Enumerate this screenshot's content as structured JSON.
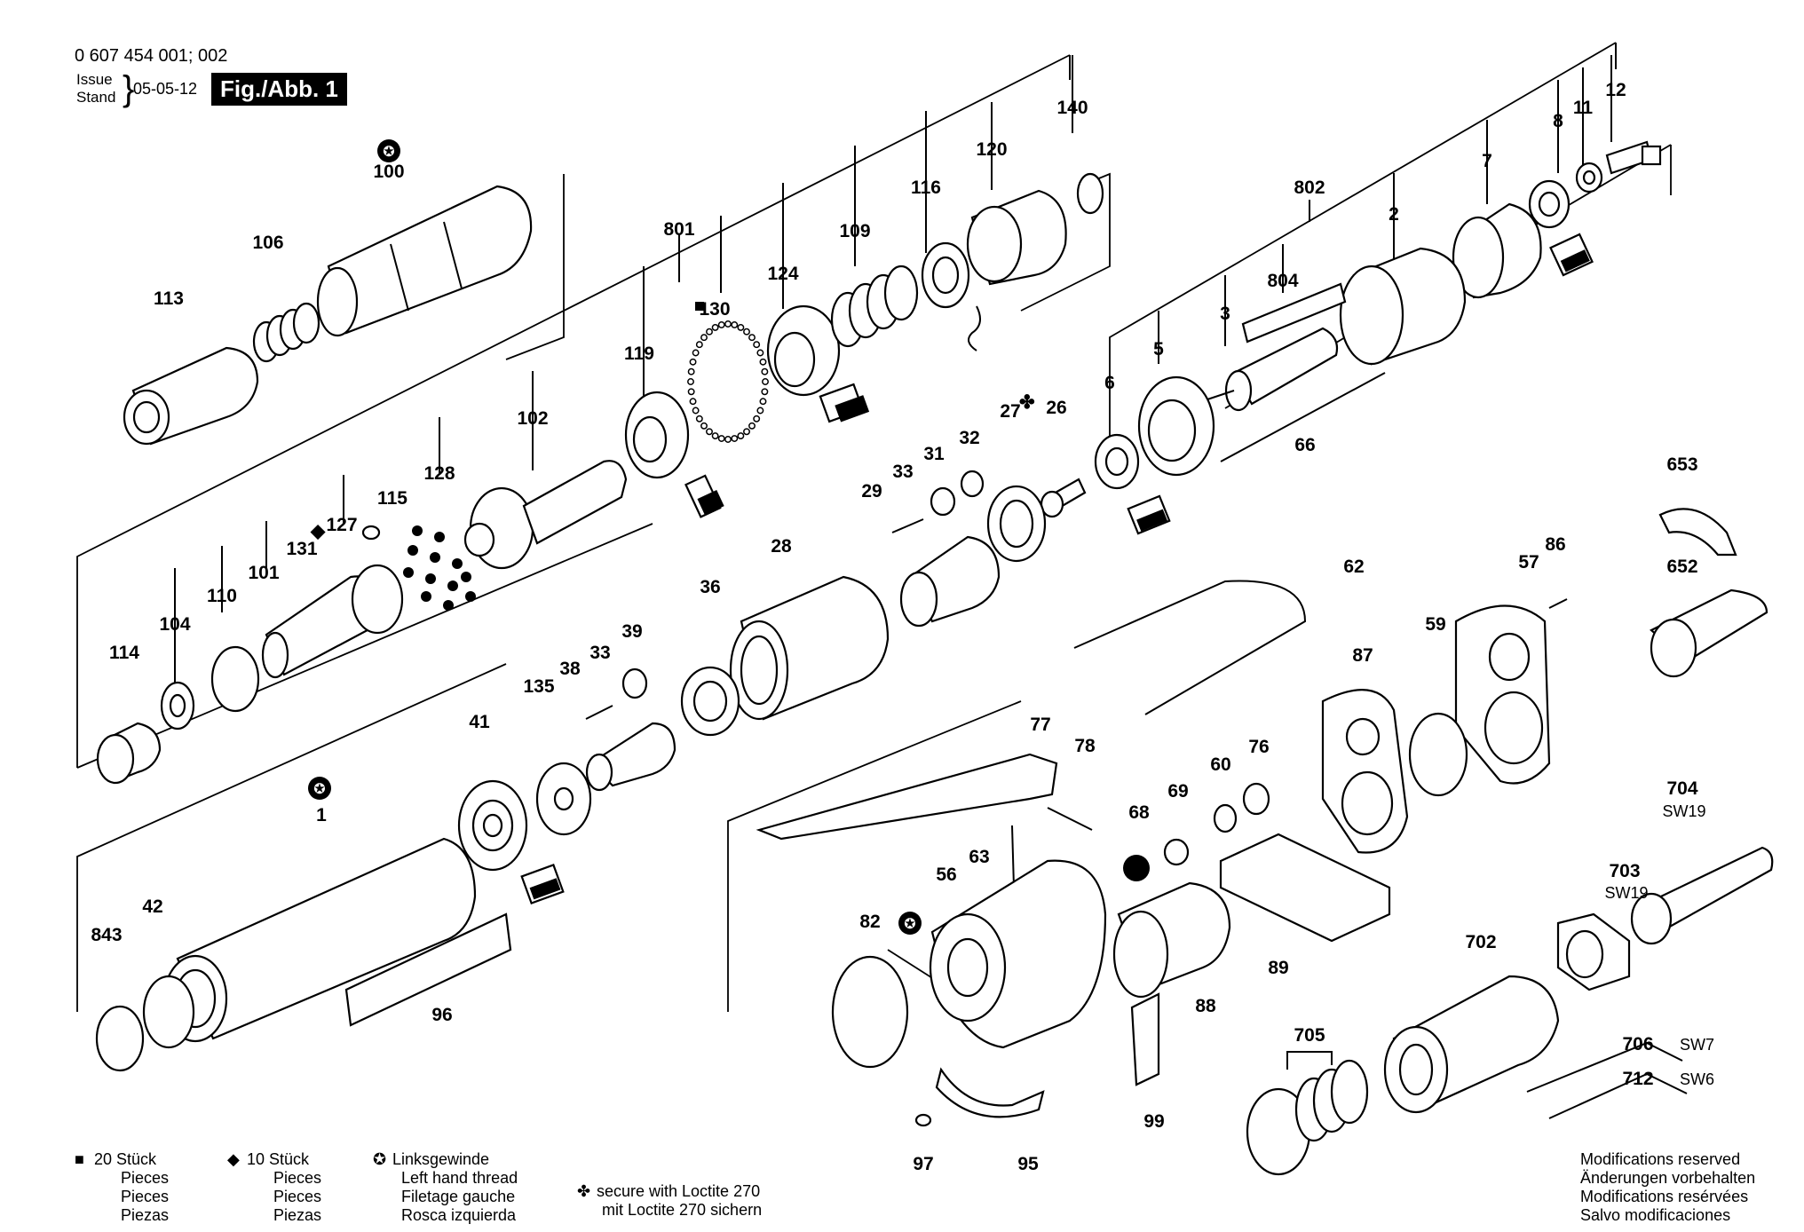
{
  "header": {
    "doc_number": "0 607 454 001; 002",
    "issue_label": "Issue",
    "stand_label": "Stand",
    "issue_date": "05-05-12",
    "figure_label": "Fig./Abb. 1"
  },
  "part_labels": [
    {
      "id": "p100",
      "text": "100"
    },
    {
      "id": "p106",
      "text": "106"
    },
    {
      "id": "p113",
      "text": "113"
    },
    {
      "id": "p801",
      "text": "801"
    },
    {
      "id": "p130",
      "text": "130"
    },
    {
      "id": "p124",
      "text": "124"
    },
    {
      "id": "p109",
      "text": "109"
    },
    {
      "id": "p116",
      "text": "116"
    },
    {
      "id": "p120",
      "text": "120"
    },
    {
      "id": "p140",
      "text": "140"
    },
    {
      "id": "p119",
      "text": "119"
    },
    {
      "id": "p102",
      "text": "102"
    },
    {
      "id": "p128",
      "text": "128"
    },
    {
      "id": "p115",
      "text": "115"
    },
    {
      "id": "p127",
      "text": "127"
    },
    {
      "id": "p131",
      "text": "131"
    },
    {
      "id": "p101",
      "text": "101"
    },
    {
      "id": "p110",
      "text": "110"
    },
    {
      "id": "p104",
      "text": "104"
    },
    {
      "id": "p114",
      "text": "114"
    },
    {
      "id": "p802",
      "text": "802"
    },
    {
      "id": "p12",
      "text": "12"
    },
    {
      "id": "p11",
      "text": "11"
    },
    {
      "id": "p8",
      "text": "8"
    },
    {
      "id": "p7",
      "text": "7"
    },
    {
      "id": "p2",
      "text": "2"
    },
    {
      "id": "p804",
      "text": "804"
    },
    {
      "id": "p3",
      "text": "3"
    },
    {
      "id": "p5",
      "text": "5"
    },
    {
      "id": "p6",
      "text": "6"
    },
    {
      "id": "p66",
      "text": "66"
    },
    {
      "id": "p26",
      "text": "26"
    },
    {
      "id": "p27",
      "text": "27"
    },
    {
      "id": "p32",
      "text": "32"
    },
    {
      "id": "p31",
      "text": "31"
    },
    {
      "id": "p33a",
      "text": "33"
    },
    {
      "id": "p29",
      "text": "29"
    },
    {
      "id": "p28",
      "text": "28"
    },
    {
      "id": "p36",
      "text": "36"
    },
    {
      "id": "p39",
      "text": "39"
    },
    {
      "id": "p33b",
      "text": "33"
    },
    {
      "id": "p38",
      "text": "38"
    },
    {
      "id": "p135",
      "text": "135"
    },
    {
      "id": "p41",
      "text": "41"
    },
    {
      "id": "p1",
      "text": "1"
    },
    {
      "id": "p42",
      "text": "42"
    },
    {
      "id": "p843",
      "text": "843"
    },
    {
      "id": "p96",
      "text": "96"
    },
    {
      "id": "p62",
      "text": "62"
    },
    {
      "id": "p653",
      "text": "653"
    },
    {
      "id": "p652",
      "text": "652"
    },
    {
      "id": "p86",
      "text": "86"
    },
    {
      "id": "p57",
      "text": "57"
    },
    {
      "id": "p59",
      "text": "59"
    },
    {
      "id": "p87",
      "text": "87"
    },
    {
      "id": "p77",
      "text": "77"
    },
    {
      "id": "p78",
      "text": "78"
    },
    {
      "id": "p76",
      "text": "76"
    },
    {
      "id": "p60",
      "text": "60"
    },
    {
      "id": "p69",
      "text": "69"
    },
    {
      "id": "p68",
      "text": "68"
    },
    {
      "id": "p63",
      "text": "63"
    },
    {
      "id": "p56",
      "text": "56"
    },
    {
      "id": "p82",
      "text": "82"
    },
    {
      "id": "p89",
      "text": "89"
    },
    {
      "id": "p88",
      "text": "88"
    },
    {
      "id": "p99",
      "text": "99"
    },
    {
      "id": "p97",
      "text": "97"
    },
    {
      "id": "p95",
      "text": "95"
    },
    {
      "id": "p704",
      "text": "704"
    },
    {
      "id": "p703",
      "text": "703"
    },
    {
      "id": "p702",
      "text": "702"
    },
    {
      "id": "p705",
      "text": "705"
    },
    {
      "id": "p706",
      "text": "706"
    },
    {
      "id": "p712",
      "text": "712"
    }
  ],
  "wrench_sizes": {
    "sw704": "SW19",
    "sw703": "SW19",
    "sw706": "SW7",
    "sw712": "SW6"
  },
  "legend": {
    "qty20": {
      "count": "20 Stück",
      "lines": [
        "Pieces",
        "Pieces",
        "Piezas"
      ]
    },
    "qty10": {
      "count": "10 Stück",
      "lines": [
        "Pieces",
        "Pieces",
        "Piezas"
      ]
    },
    "left_thread": [
      "Linksgewinde",
      "Left hand thread",
      "Filetage gauche",
      "Rosca izquierda"
    ],
    "loctite": [
      "secure with Loctite 270",
      "mit Loctite 270 sichern"
    ],
    "modifications": [
      "Modifications reserved",
      "Änderungen vorbehalten",
      "Modifications resérvées",
      "Salvo modificaciones"
    ]
  }
}
